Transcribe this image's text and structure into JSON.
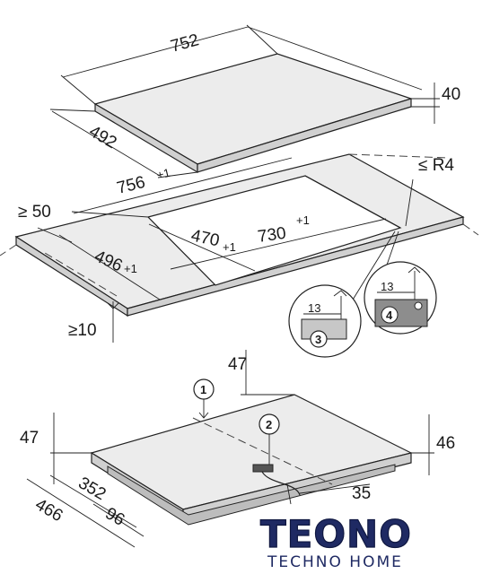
{
  "top_hob": {
    "width": "752",
    "height": "40",
    "depth": "492"
  },
  "cutout": {
    "width_main": "756",
    "width_main_tol": "+1",
    "radius": "≤ R4",
    "min_front": "≥ 50",
    "inner_depth": "470",
    "inner_depth_tol": "+1",
    "inner_width": "730",
    "inner_width_tol": "+1",
    "depth": "496",
    "depth_tol": "+1",
    "min_thickness": "≥10"
  },
  "details": [
    {
      "number": "3",
      "dim": "13"
    },
    {
      "number": "4",
      "dim": "13"
    }
  ],
  "bottom_hob": {
    "callout_1": "1",
    "callout_2": "2",
    "rear_height": "47",
    "left_height": "47",
    "right_height": "46",
    "dim_352": "352",
    "dim_466": "466",
    "dim_96": "96",
    "dim_35": "35"
  },
  "logo": {
    "top": "TEONO",
    "bottom": "TECHNO HOME"
  }
}
